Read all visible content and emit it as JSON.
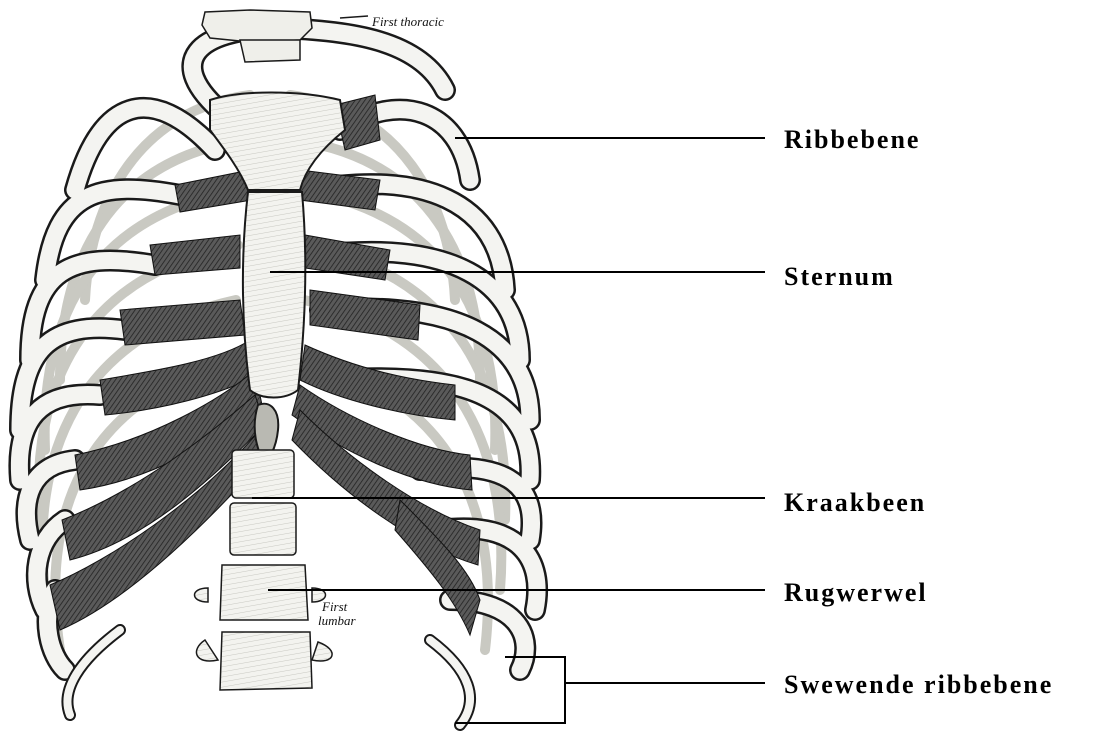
{
  "diagram": {
    "callouts": [
      {
        "id": "ribs",
        "text": "Ribbebene"
      },
      {
        "id": "sternum",
        "text": "Sternum"
      },
      {
        "id": "cartilage",
        "text": "Kraakbeen"
      },
      {
        "id": "vertebra",
        "text": "Rugwerwel"
      },
      {
        "id": "floating",
        "text": "Swewende ribbebene"
      }
    ],
    "engraving_labels": {
      "first_thoracic": "First thoracic",
      "first_lumbar_line1": "First",
      "first_lumbar_line2": "lumbar"
    },
    "colors": {
      "bone_fill": "#f4f4f1",
      "ink": "#1a1a1a",
      "cartilage": "#4a4a4a",
      "leader_line": "#000000"
    }
  }
}
